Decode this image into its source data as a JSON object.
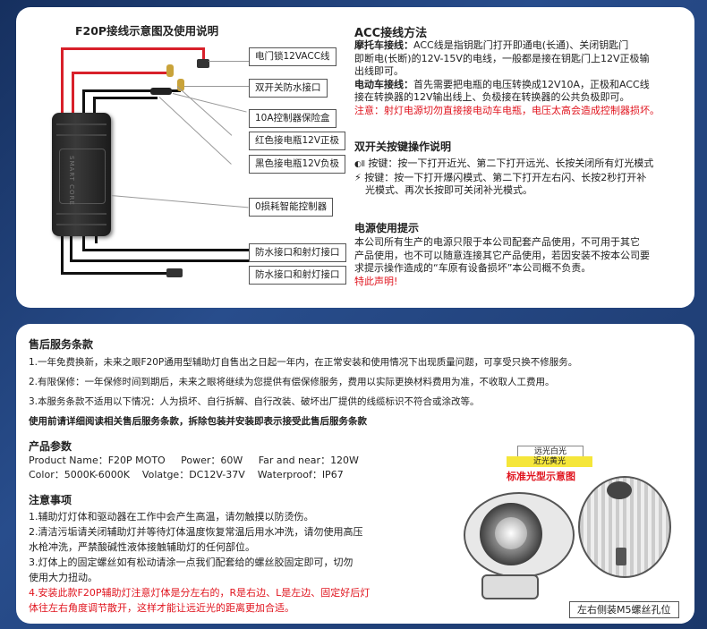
{
  "top": {
    "diagram_title": "F20P接线示意图及使用说明",
    "labels": [
      "电门锁12VACC线",
      "双开关防水接口",
      "10A控制器保险盒",
      "红色接电瓶12V正极",
      "黑色接电瓶12V负极",
      "0损耗智能控制器",
      "防水接口和射灯接口",
      "防水接口和射灯接口"
    ],
    "controller_text": "SMART CORE",
    "acc_title": "ACC接线方法",
    "moto_label": "摩托车接线：",
    "moto_lines": [
      "ACC线是指钥匙门打开即通电(长通)、关闭钥匙门",
      "即断电(长断)的12V-15V的电线，一般都是接在钥匙门上12V正极输",
      "出线即可。"
    ],
    "ev_label": "电动车接线：",
    "ev_lines": [
      "首先需要把电瓶的电压转换成12V10A，正极和ACC线",
      "接在转换器的12V输出线上、负极接在转换器的公共负极即可。"
    ],
    "ev_warning": "注意：射灯电源切勿直接接电动车电瓶，电压太高会造成控制器损坏。",
    "switch_title": "双开关按键操作说明",
    "switch_lines": [
      "按键：按一下打开近光、第二下打开远光、长按关闭所有灯光模式",
      "按键：按一下打开爆闪模式、第二下打开左右闪、长按2秒打开补",
      "光模式、再次长按即可关闭补光模式。"
    ],
    "power_title": "电源使用提示",
    "power_lines": [
      "本公司所有生产的电源只限于本公司配套产品使用，不可用于其它",
      "产品使用，也不可以随意连接其它产品使用，若因安装不按本公司要",
      "求提示操作造成的“车原有设备损坏”本公司概不负责。"
    ],
    "power_note": "特此声明!"
  },
  "bottom": {
    "service_title": "售后服务条款",
    "service_lines": [
      "1.一年免费换新，未来之眼F20P通用型辅助灯自售出之日起一年内，在正常安装和使用情况下出现质量问题，可享受只换不修服务。",
      "2.有限保修：一年保修时间到期后，未来之眼将继续为您提供有偿保修服务，费用以实际更换材料费用为准，不收取人工费用。",
      "3.本服务条款不适用以下情况：人为损坏、自行拆解、自行改装、破坏出厂提供的线缆标识不符合或涂改等。"
    ],
    "service_notice": "使用前请详细阅读相关售后服务条款，拆除包装并安装即表示接受此售后服务条款",
    "params_title": "产品参数",
    "params_lines": [
      "Product Name：F20P MOTO     Power：60W     Far and near：120W",
      "Color：5000K-6000K    Volatge：DC12V-37V    Waterproof：IP67"
    ],
    "notes_title": "注意事项",
    "notes_lines": [
      "1.辅助灯灯体和驱动器在工作中会产生高温，请勿触摸以防烫伤。",
      "2.清洁污垢请关闭辅助灯并等待灯体温度恢复常温后用水冲洗，请勿使用高压",
      "水枪冲洗，严禁酸碱性液体接触辅助灯的任何部位。",
      "3.灯体上的固定螺丝如有松动请涂一点我们配套给的螺丝胶固定即可，切勿",
      "使用大力扭动。"
    ],
    "notes_red_lines": [
      "4.安装此款F20P辅助灯注意灯体是分左右的，R是右边、L是左边、固定好后灯",
      "体往左右角度调节散开，这样才能让远近光的距离更加合适。"
    ],
    "beam_far": "远光白光",
    "beam_near": "近光黄光",
    "beam_title": "标准光型示意图",
    "screw_caption": "左右侧装M5螺丝孔位"
  },
  "colors": {
    "red": "#e0141e",
    "wire_red": "#d8202a",
    "background": "#1f3a6b",
    "beam_yellow": "#f5e63a"
  }
}
